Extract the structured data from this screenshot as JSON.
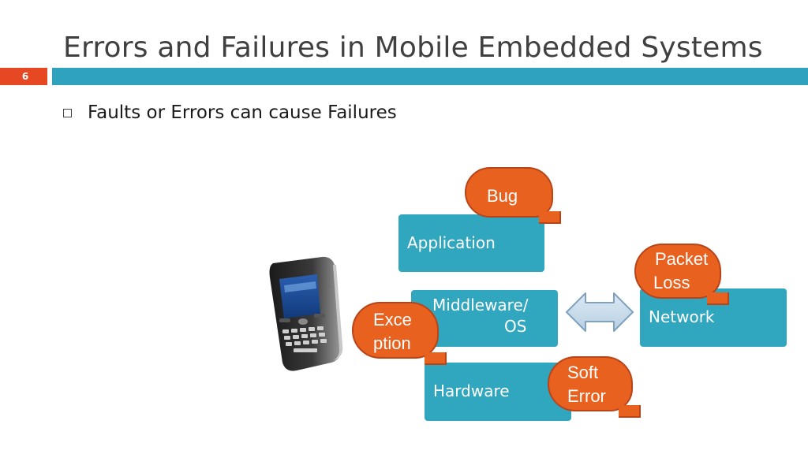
{
  "slide": {
    "title": "Errors and Failures in Mobile Embedded Systems",
    "number": "6",
    "bullet": "Faults or Errors can cause Failures"
  },
  "diagram": {
    "layers": {
      "application": "Application",
      "middleware_line1": "Middleware/",
      "middleware_line2": "OS",
      "hardware": "Hardware",
      "network": "Network"
    },
    "callouts": {
      "bug": "Bug",
      "packet_loss_line1": "Packet",
      "packet_loss_line2": "Loss",
      "exception_line1": "Exce",
      "exception_line2": "ption",
      "soft_error_line1": "Soft",
      "soft_error_line2": "Error"
    }
  },
  "colors": {
    "accent_teal": "#31a6bf",
    "callout_orange": "#e8611f",
    "slide_number_red": "#e64823"
  },
  "icons": {
    "phone": "blackberry-phone-image",
    "arrow": "double-headed-arrow"
  }
}
